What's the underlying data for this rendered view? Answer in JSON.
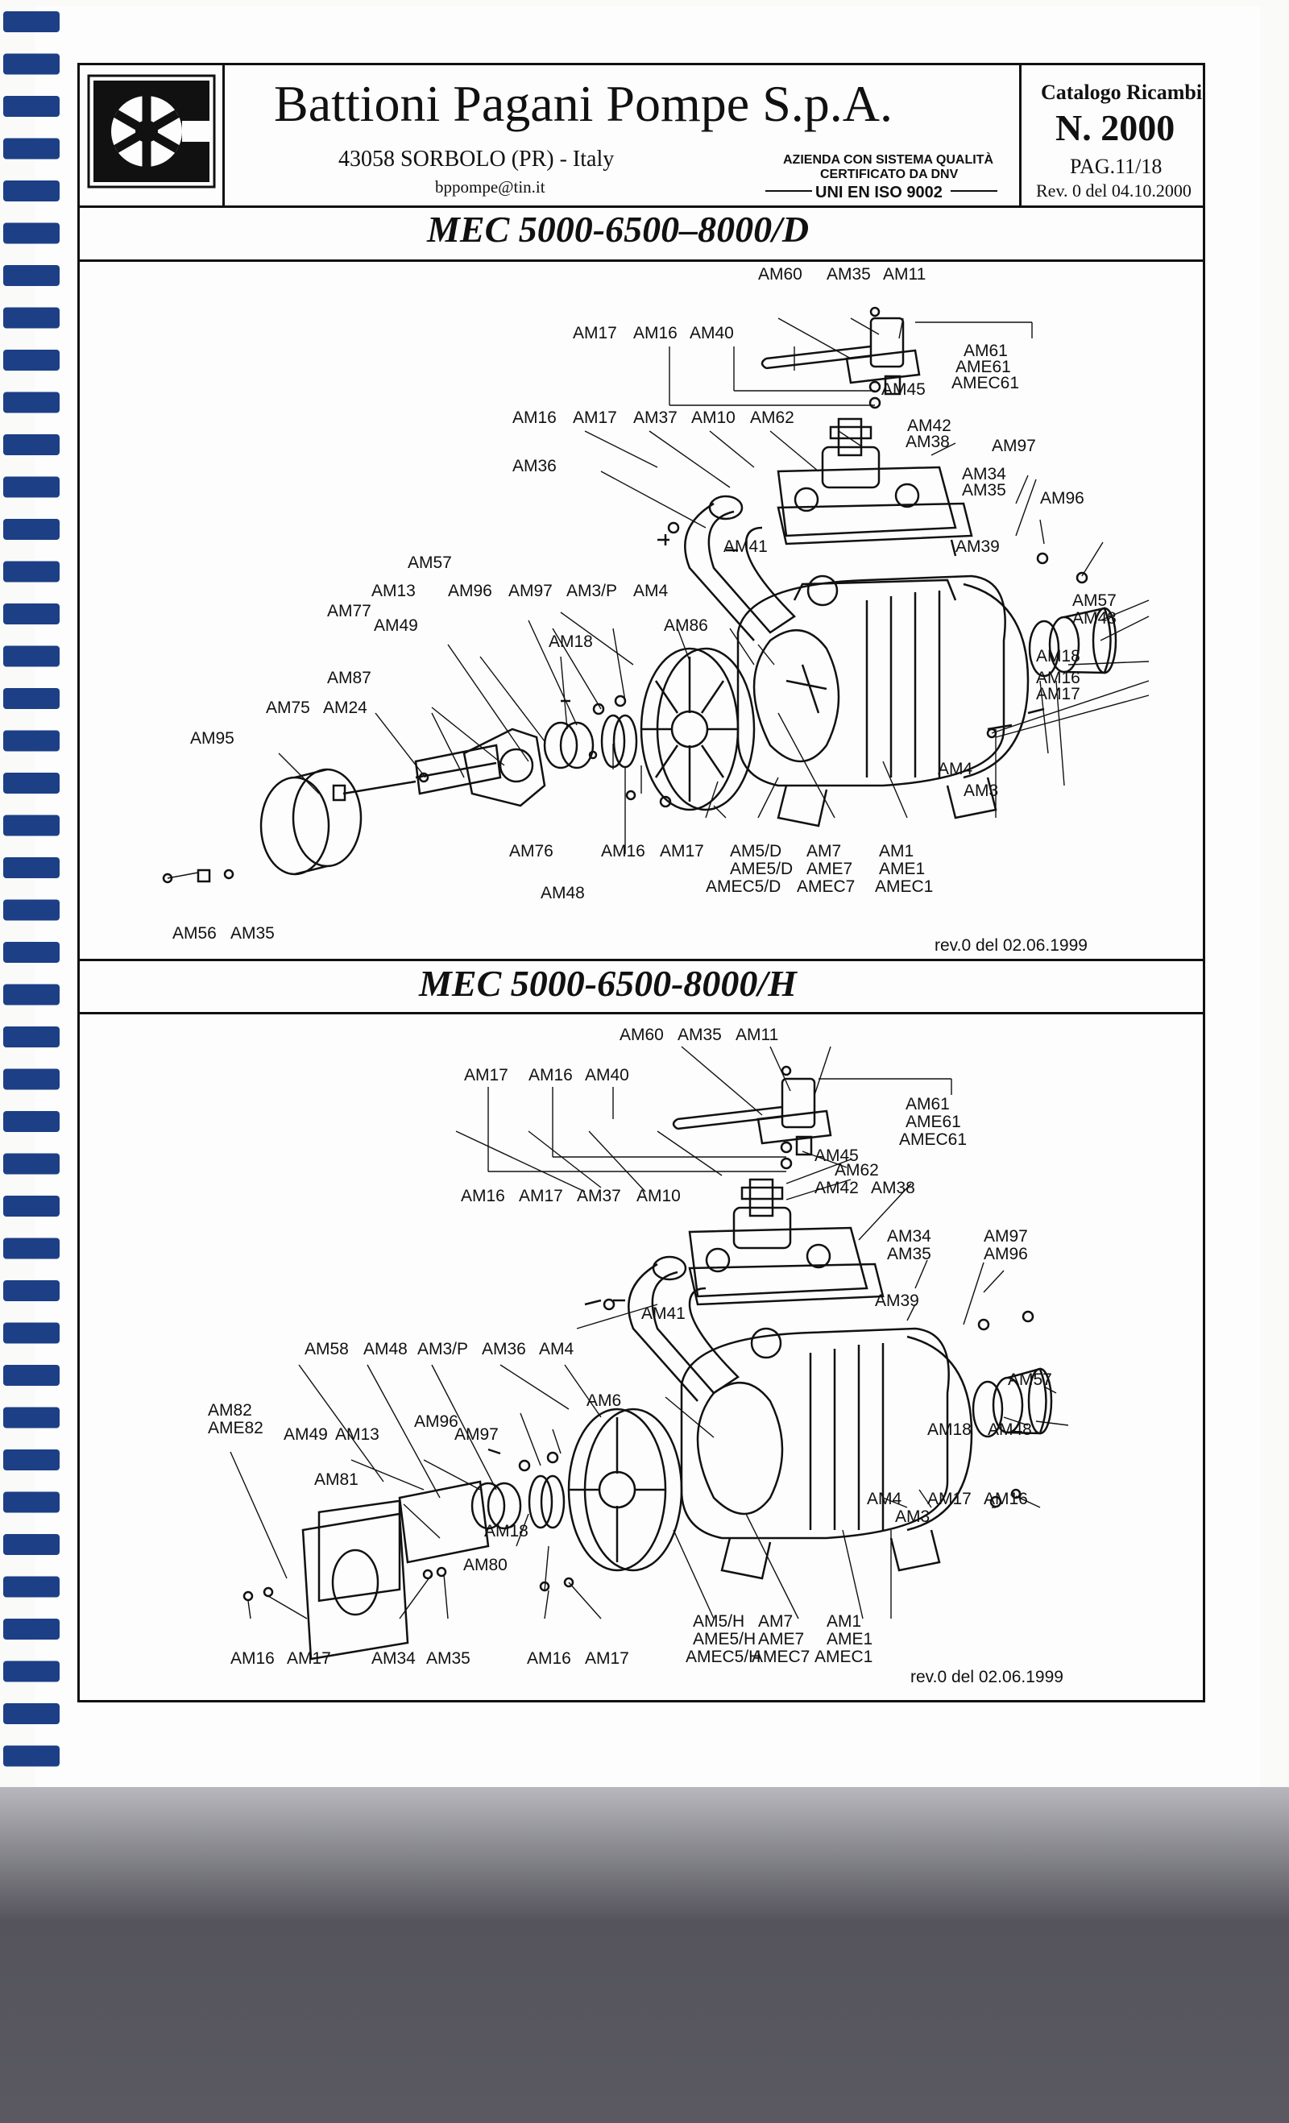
{
  "header": {
    "company": "Battioni Pagani Pompe S.p.A.",
    "address": "43058 SORBOLO (PR) - Italy",
    "email": "bppompe@tin.it",
    "cert_line1": "AZIENDA CON SISTEMA QUALITÀ",
    "cert_line2": "CERTIFICATO DA DNV",
    "cert_line3": "UNI EN ISO 9002",
    "catalog_title": "Catalogo Ricambi",
    "catalog_number": "N. 2000",
    "page": "PAG.11/18",
    "revision": "Rev. 0 del 04.10.2000"
  },
  "section1": {
    "title": "MEC 5000-6500–8000/D",
    "rev": "rev.0 del 02.06.1999",
    "labels": [
      "AM60",
      "AM35",
      "AM11",
      "AM17",
      "AM16",
      "AM40",
      "AM61",
      "AME61",
      "AMEC61",
      "AM45",
      "AM16",
      "AM17",
      "AM37",
      "AM10",
      "AM62",
      "AM42",
      "AM38",
      "AM97",
      "AM36",
      "AM34",
      "AM35",
      "AM96",
      "AM39",
      "AM41",
      "AM57",
      "AM13",
      "AM96",
      "AM97",
      "AM3/P",
      "AM4",
      "AM57",
      "AM48",
      "AM77",
      "AM49",
      "AM86",
      "AM18",
      "AM18",
      "AM16",
      "AM17",
      "AM87",
      "AM75",
      "AM24",
      "AM95",
      "AM4",
      "AM3",
      "AM76",
      "AM16",
      "AM17",
      "AM5/D",
      "AME5/D",
      "AMEC5/D",
      "AM7",
      "AME7",
      "AMEC7",
      "AM1",
      "AME1",
      "AMEC1",
      "AM48",
      "AM56",
      "AM35"
    ]
  },
  "section2": {
    "title": "MEC 5000-6500-8000/H",
    "rev": "rev.0 del 02.06.1999",
    "labels": [
      "AM60",
      "AM35",
      "AM11",
      "AM17",
      "AM16",
      "AM40",
      "AM61",
      "AME61",
      "AMEC61",
      "AM45",
      "AM62",
      "AM16",
      "AM17",
      "AM37",
      "AM10",
      "AM42",
      "AM38",
      "AM34",
      "AM97",
      "AM35",
      "AM96",
      "AM39",
      "AM41",
      "AM58",
      "AM48",
      "AM3/P",
      "AM36",
      "AM4",
      "AM57",
      "AM6",
      "AM82",
      "AME82",
      "AM96",
      "AM49",
      "AM13",
      "AM97",
      "AM18",
      "AM48",
      "AM81",
      "AM4",
      "AM17",
      "AM16",
      "AM3",
      "AM18",
      "AM80",
      "AM5/H",
      "AME5/H",
      "AMEC5/H",
      "AM7",
      "AME7",
      "AMEC7",
      "AM1",
      "AME1",
      "AMEC1",
      "AM16",
      "AM17",
      "AM34",
      "AM35",
      "AM16",
      "AM17"
    ]
  },
  "colors": {
    "binding": "#1c3f86",
    "ink": "#111111",
    "paper": "#fdfdfd",
    "desk": "#5a5961"
  }
}
